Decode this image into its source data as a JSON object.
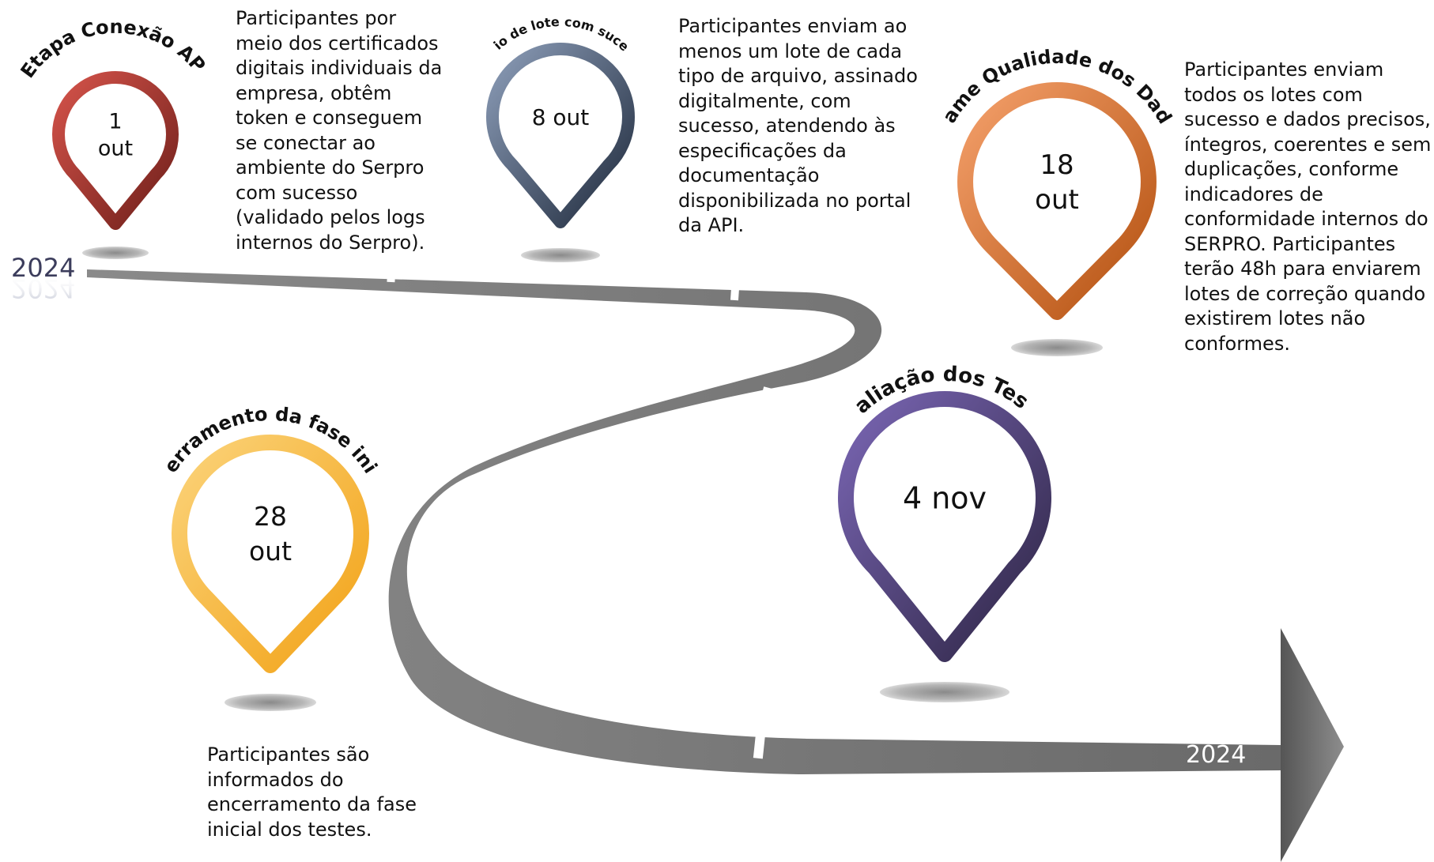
{
  "year_labels": [
    "2024",
    "2024",
    "2024"
  ],
  "milestones": [
    {
      "title": "Etapa Conexão API",
      "date_lines": [
        "1",
        "out"
      ],
      "color_light": "#d4534a",
      "color_dark": "#6e1f1a",
      "description_lines": [
        "Participantes por",
        "meio dos certificados",
        "digitais individuais da",
        "empresa, obtêm",
        "token e conseguem",
        "se conectar ao",
        "ambiente do Serpro",
        "com sucesso",
        "(validado pelos logs",
        "internos do Serpro)."
      ]
    },
    {
      "title": "Envio de lote com sucesso",
      "date_lines": [
        "8 out"
      ],
      "color_light": "#8c9db8",
      "color_dark": "#1f2a3c",
      "description_lines": [
        "Participantes enviam ao",
        "menos um lote de cada",
        "tipo de arquivo, assinado",
        "digitalmente, com",
        "sucesso, atendendo às",
        "especificações da",
        "documentação",
        "disponibilizada no portal",
        "da API."
      ]
    },
    {
      "title": "Exame Qualidade dos Dados",
      "date_lines": [
        "18",
        "out"
      ],
      "color_light": "#f4a06b",
      "color_dark": "#b3500f",
      "description_lines": [
        "Participantes enviam",
        "todos os lotes com",
        "sucesso e dados precisos,",
        "íntegros, coerentes e sem",
        "duplicações, conforme",
        "indicadores de",
        "conformidade internos do",
        "SERPRO. Participantes",
        "terão 48h para enviarem",
        "lotes de correção quando",
        "existirem lotes não",
        "conformes."
      ]
    },
    {
      "title": "Avaliação dos Testes",
      "date_lines": [
        "4 nov"
      ],
      "color_light": "#7a66b4",
      "color_dark": "#2c2442",
      "description_lines": []
    },
    {
      "title": "Encerramento da fase inicial",
      "date_lines": [
        "28",
        "out"
      ],
      "color_light": "#fbd37a",
      "color_dark": "#f2a216",
      "description_lines": [
        "Participantes são",
        "informados do",
        "encerramento da fase",
        "inicial  dos testes."
      ]
    }
  ]
}
